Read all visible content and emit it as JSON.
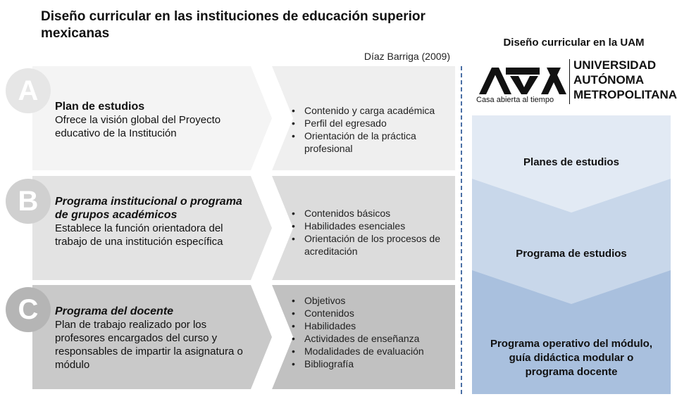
{
  "title": "Diseño curricular en las instituciones de educación superior mexicanas",
  "source": "Díaz Barriga (2009)",
  "rows": [
    {
      "letter": "A",
      "heading": "Plan de estudios",
      "heading_italic": false,
      "description": "Ofrece la visión global del Proyecto educativo de la Institución",
      "bullets": [
        "Contenido y carga académica",
        "Perfil del egresado",
        "Orientación de la práctica profesional"
      ],
      "colors": {
        "left": "#f4f4f4",
        "right": "#efefef",
        "circle": "#e6e6e6"
      }
    },
    {
      "letter": "B",
      "heading": "Programa institucional o programa de grupos académicos",
      "heading_italic": true,
      "description": "Establece la función orientadora del trabajo de una institución específica",
      "bullets": [
        "Contenidos básicos",
        "Habilidades esenciales",
        "Orientación de los procesos de acreditación"
      ],
      "colors": {
        "left": "#e3e3e3",
        "right": "#dcdcdc",
        "circle": "#d0d0d0"
      }
    },
    {
      "letter": "C",
      "heading": "Programa del docente",
      "heading_italic": true,
      "description": "Plan de trabajo realizado por los profesores encargados del curso y responsables de impartir la asignatura o módulo",
      "bullets": [
        "Objetivos",
        "Contenidos",
        "Habilidades",
        "Actividades de enseñanza",
        "Modalidades de evaluación",
        "Bibliografía"
      ],
      "colors": {
        "left": "#c9c9c9",
        "right": "#c1c1c1",
        "circle": "#b5b5b5"
      }
    }
  ],
  "uam": {
    "title": "Diseño curricular en la UAM",
    "logo_line1": "UNIVERSIDAD",
    "logo_line2": "AUTÓNOMA",
    "logo_line3": "METROPOLITANA",
    "logo_tagline": "Casa abierta al tiempo",
    "levels": [
      "Planes de estudios",
      "Programa de estudios",
      "Programa operativo del módulo, guía didáctica modular o programa docente"
    ],
    "level_colors": [
      "#e2eaf4",
      "#c8d7ea",
      "#a9c0de"
    ],
    "divider_color": "#4a6fa5"
  }
}
